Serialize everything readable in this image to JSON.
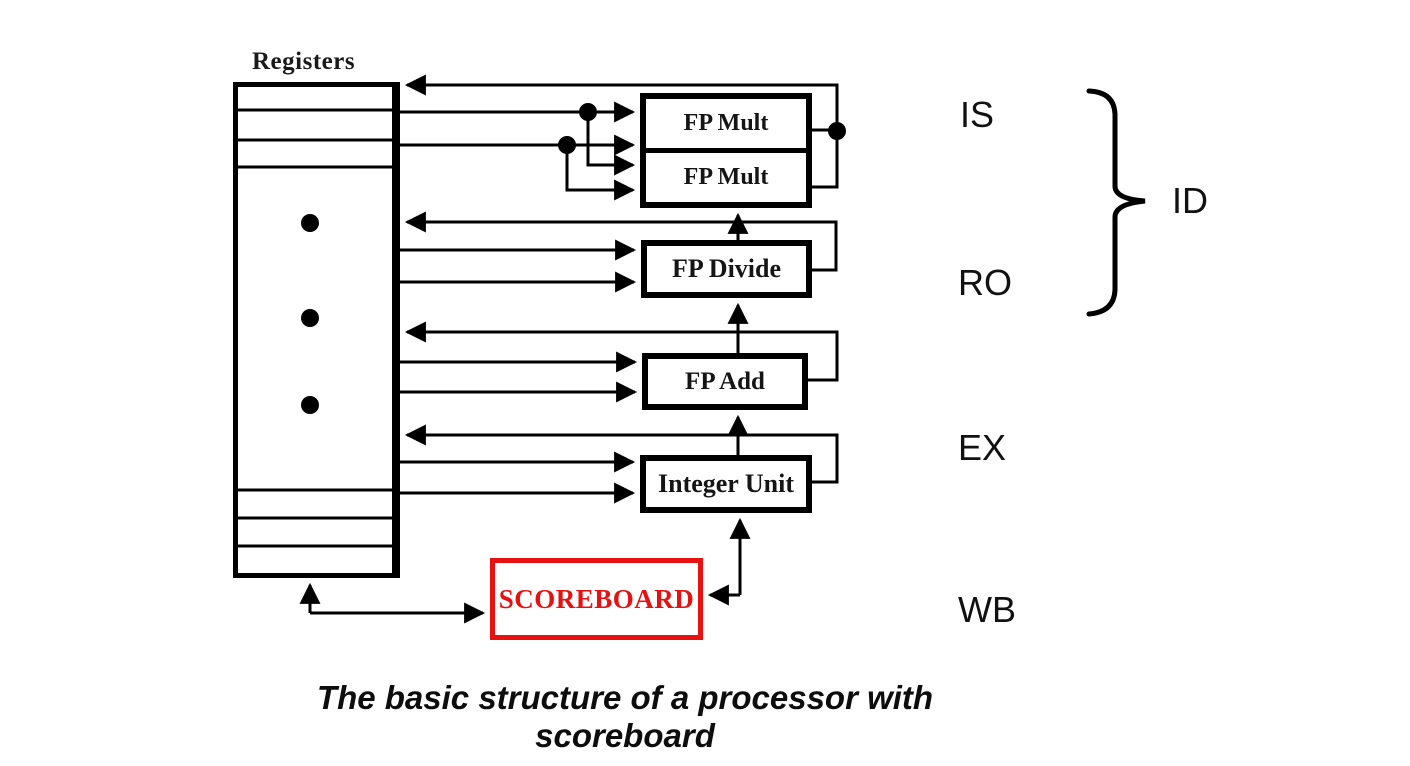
{
  "diagram": {
    "registers": {
      "label": "Registers"
    },
    "functional_units": [
      {
        "name": "fp-mult-1",
        "label": "FP Mult"
      },
      {
        "name": "fp-mult-2",
        "label": "FP Mult"
      },
      {
        "name": "fp-divide",
        "label": "FP Divide"
      },
      {
        "name": "fp-add",
        "label": "FP Add"
      },
      {
        "name": "integer-unit",
        "label": "Integer Unit"
      }
    ],
    "scoreboard": {
      "label": "SCOREBOARD"
    },
    "pipeline_stages": {
      "is": "IS",
      "ro": "RO",
      "id": "ID",
      "ex": "EX",
      "wb": "WB"
    },
    "caption": "The basic structure of a processor with scoreboard",
    "colors": {
      "line": "#000000",
      "scoreboard": "#e81010",
      "background": "#ffffff"
    }
  }
}
